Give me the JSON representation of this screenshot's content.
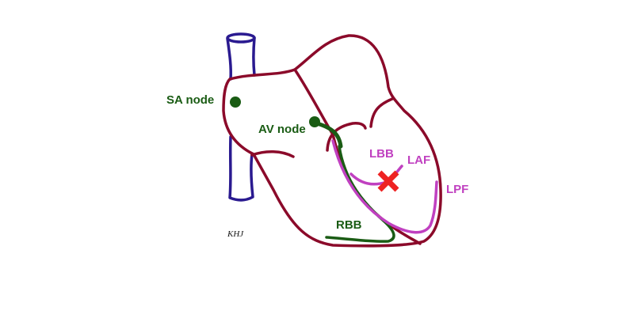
{
  "labels": {
    "sa_node": "SA node",
    "av_node": "AV node",
    "lbb": "LBB",
    "laf": "LAF",
    "lpf": "LPF",
    "rbb": "RBB"
  },
  "signature": "KHJ",
  "colors": {
    "heart_outline": "#8b0a2a",
    "vena_cava": "#2a1a90",
    "conduction_green": "#1a5c14",
    "fascicle_purple": "#c040c0",
    "block_marker": "#ee2222"
  }
}
